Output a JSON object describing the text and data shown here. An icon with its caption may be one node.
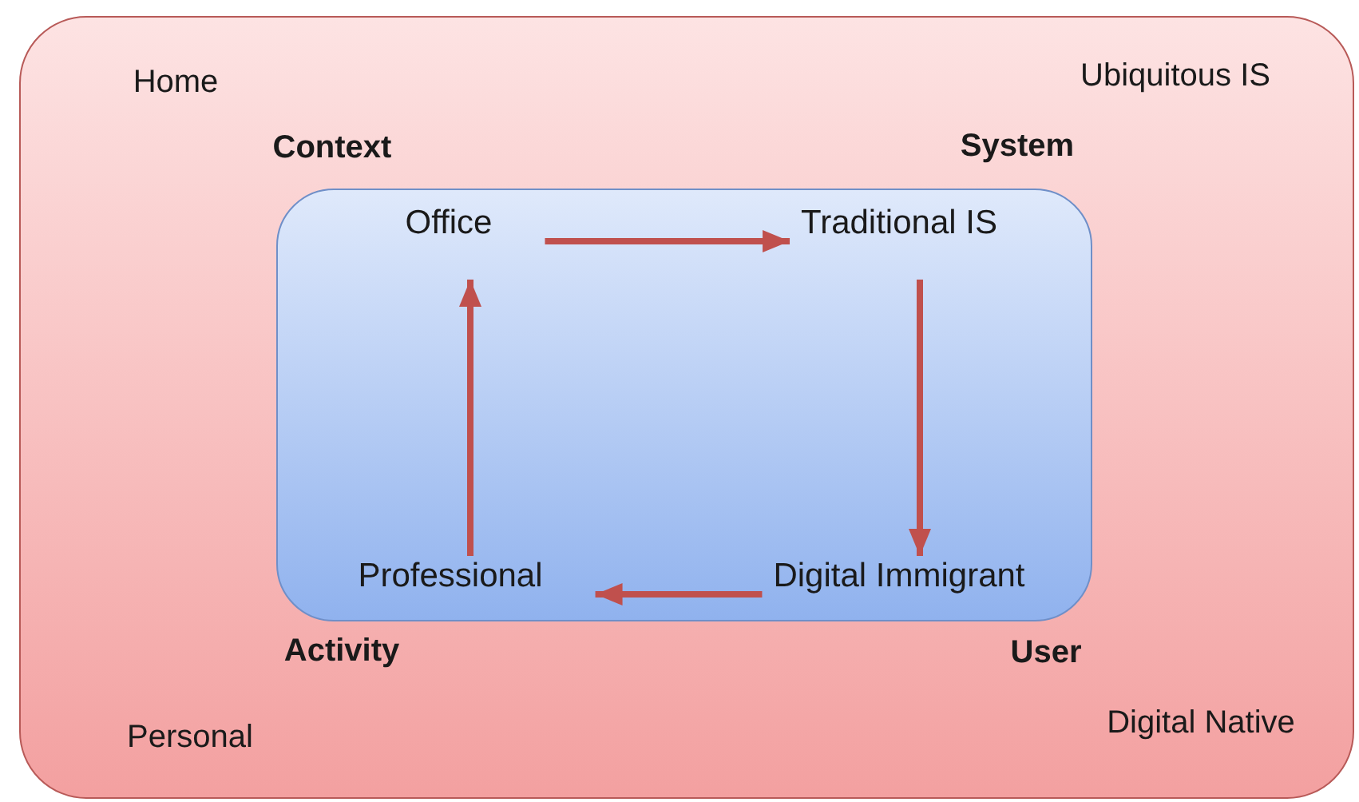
{
  "diagram": {
    "nodes": [
      {
        "text": [],
        "shape": "box"
      },
      {
        "text": [],
        "shape": "box",
        "in": 0
      },
      {
        "text": [
          "Office"
        ],
        "in": 1
      },
      {
        "text": [
          "Traditional IS"
        ],
        "in": 1
      },
      {
        "text": [
          "Digital Immigrant"
        ],
        "in": 1
      },
      {
        "text": [
          "Professional"
        ],
        "in": 1
      }
    ],
    "edges": [
      {
        "from": 2,
        "to": 3,
        "arrow": "to"
      },
      {
        "from": 3,
        "to": 4,
        "arrow": "to"
      },
      {
        "from": 4,
        "to": 5,
        "arrow": "to"
      },
      {
        "from": 5,
        "to": 2,
        "arrow": "to"
      }
    ],
    "labels": [
      "Home",
      "Ubiquitous IS",
      "Context",
      "System",
      "Activity",
      "User",
      "Personal",
      "Digital Native"
    ]
  }
}
